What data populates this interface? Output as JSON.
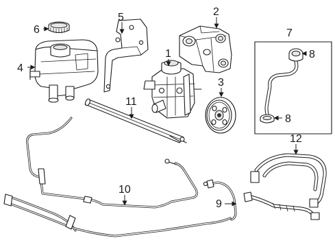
{
  "diagram": {
    "callouts": {
      "c1": "1",
      "c2": "2",
      "c3": "3",
      "c4": "4",
      "c5": "5",
      "c6": "6",
      "c7": "7",
      "c8a": "8",
      "c8b": "8",
      "c9": "9",
      "c10": "10",
      "c11": "11",
      "c12": "12"
    }
  }
}
